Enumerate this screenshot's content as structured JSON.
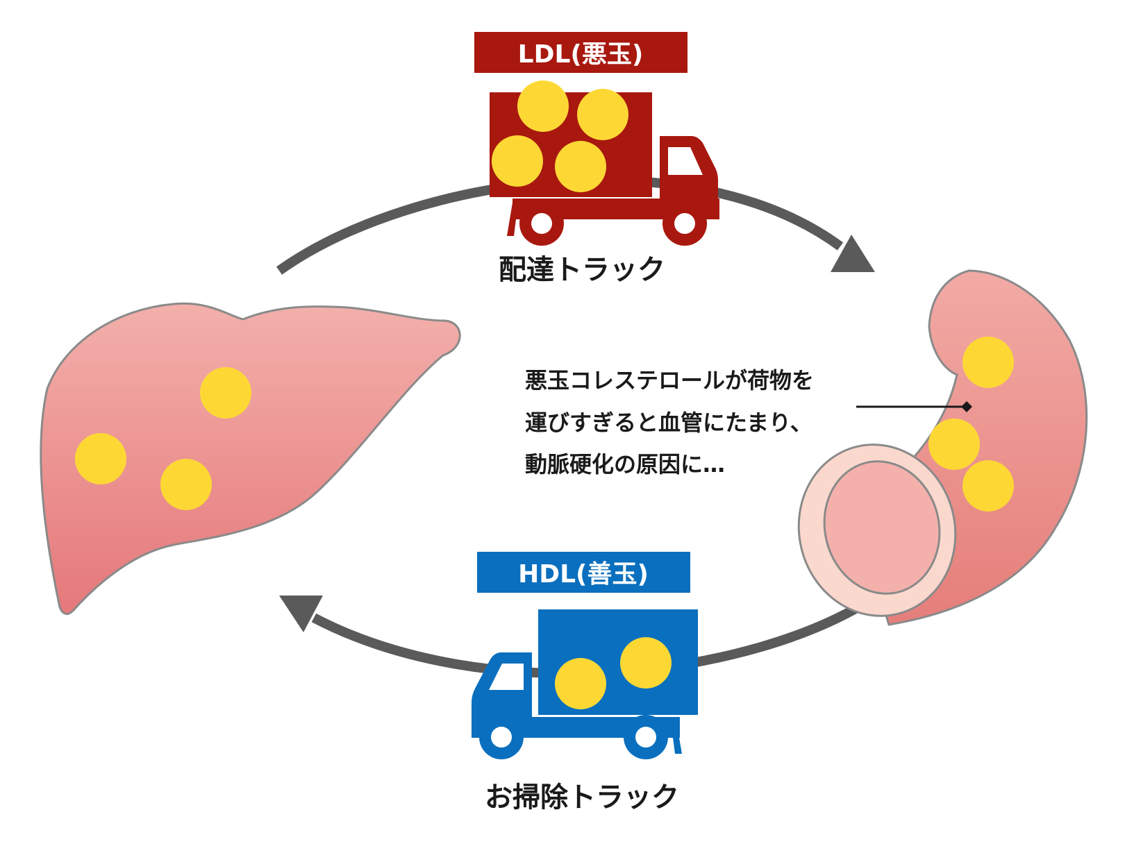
{
  "ldl": {
    "badge_label": "LDL(悪玉)",
    "truck_caption": "配達トラック",
    "color": "#A8180F"
  },
  "hdl": {
    "badge_label": "HDL(善玉)",
    "truck_caption": "お掃除トラック",
    "color": "#0A6FBE"
  },
  "annotation": {
    "lines": [
      "悪玉コレステロールが荷物を",
      "運びすぎると血管にたまり、",
      "動脈硬化の原因に…"
    ]
  },
  "colors": {
    "cholesterol": "#FDD835",
    "arrow": "#5A5A5A",
    "liver_top": "#F2ABA6",
    "liver_bottom": "#E57C79",
    "vessel_outer": "#EE9B96",
    "vessel_ring": "#FBD8CD",
    "vessel_lumen": "#F4B1AC"
  },
  "icons": {
    "liver": "liver-organ-icon",
    "vessel": "blood-vessel-icon",
    "ldl_truck": "delivery-truck-icon",
    "hdl_truck": "cleaning-truck-icon"
  }
}
